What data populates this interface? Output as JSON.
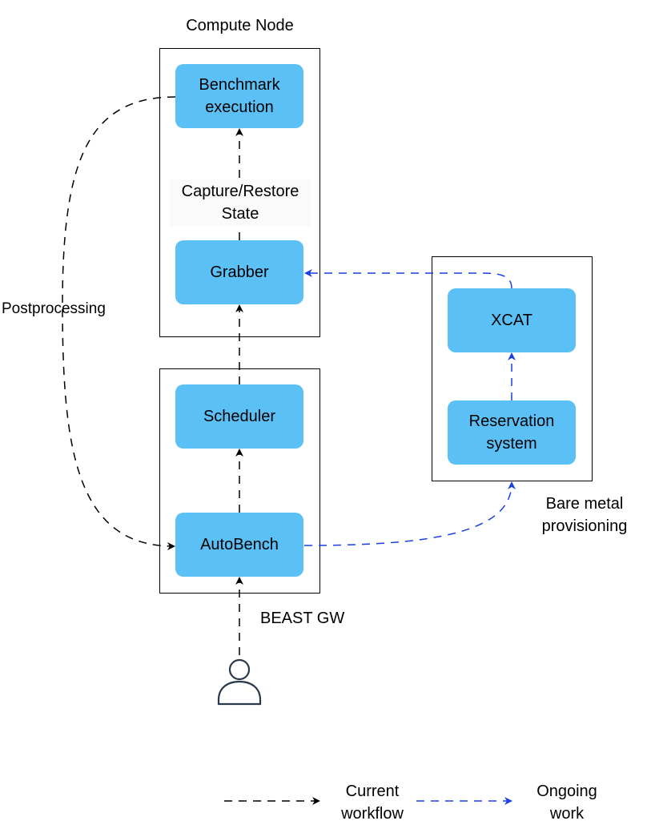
{
  "title": "Compute Node",
  "nodes": {
    "benchmark": "Benchmark\nexecution",
    "grabber": "Grabber",
    "scheduler": "Scheduler",
    "autobench": "AutoBench",
    "xcat": "XCAT",
    "reservation": "Reservation\nsystem"
  },
  "edge_labels": {
    "capture_restore": "Capture/Restore\nState",
    "postprocessing": "Postprocessing",
    "bare_metal": "Bare metal\nprovisioning",
    "beast_gw": "BEAST GW"
  },
  "legend": {
    "current": "Current\nworkflow",
    "ongoing": "Ongoing\nwork"
  },
  "colors": {
    "node_fill": "#5bc0f5",
    "current_line": "#000000",
    "ongoing_line": "#1a3fe0"
  },
  "icons": {
    "user": "person-icon"
  }
}
